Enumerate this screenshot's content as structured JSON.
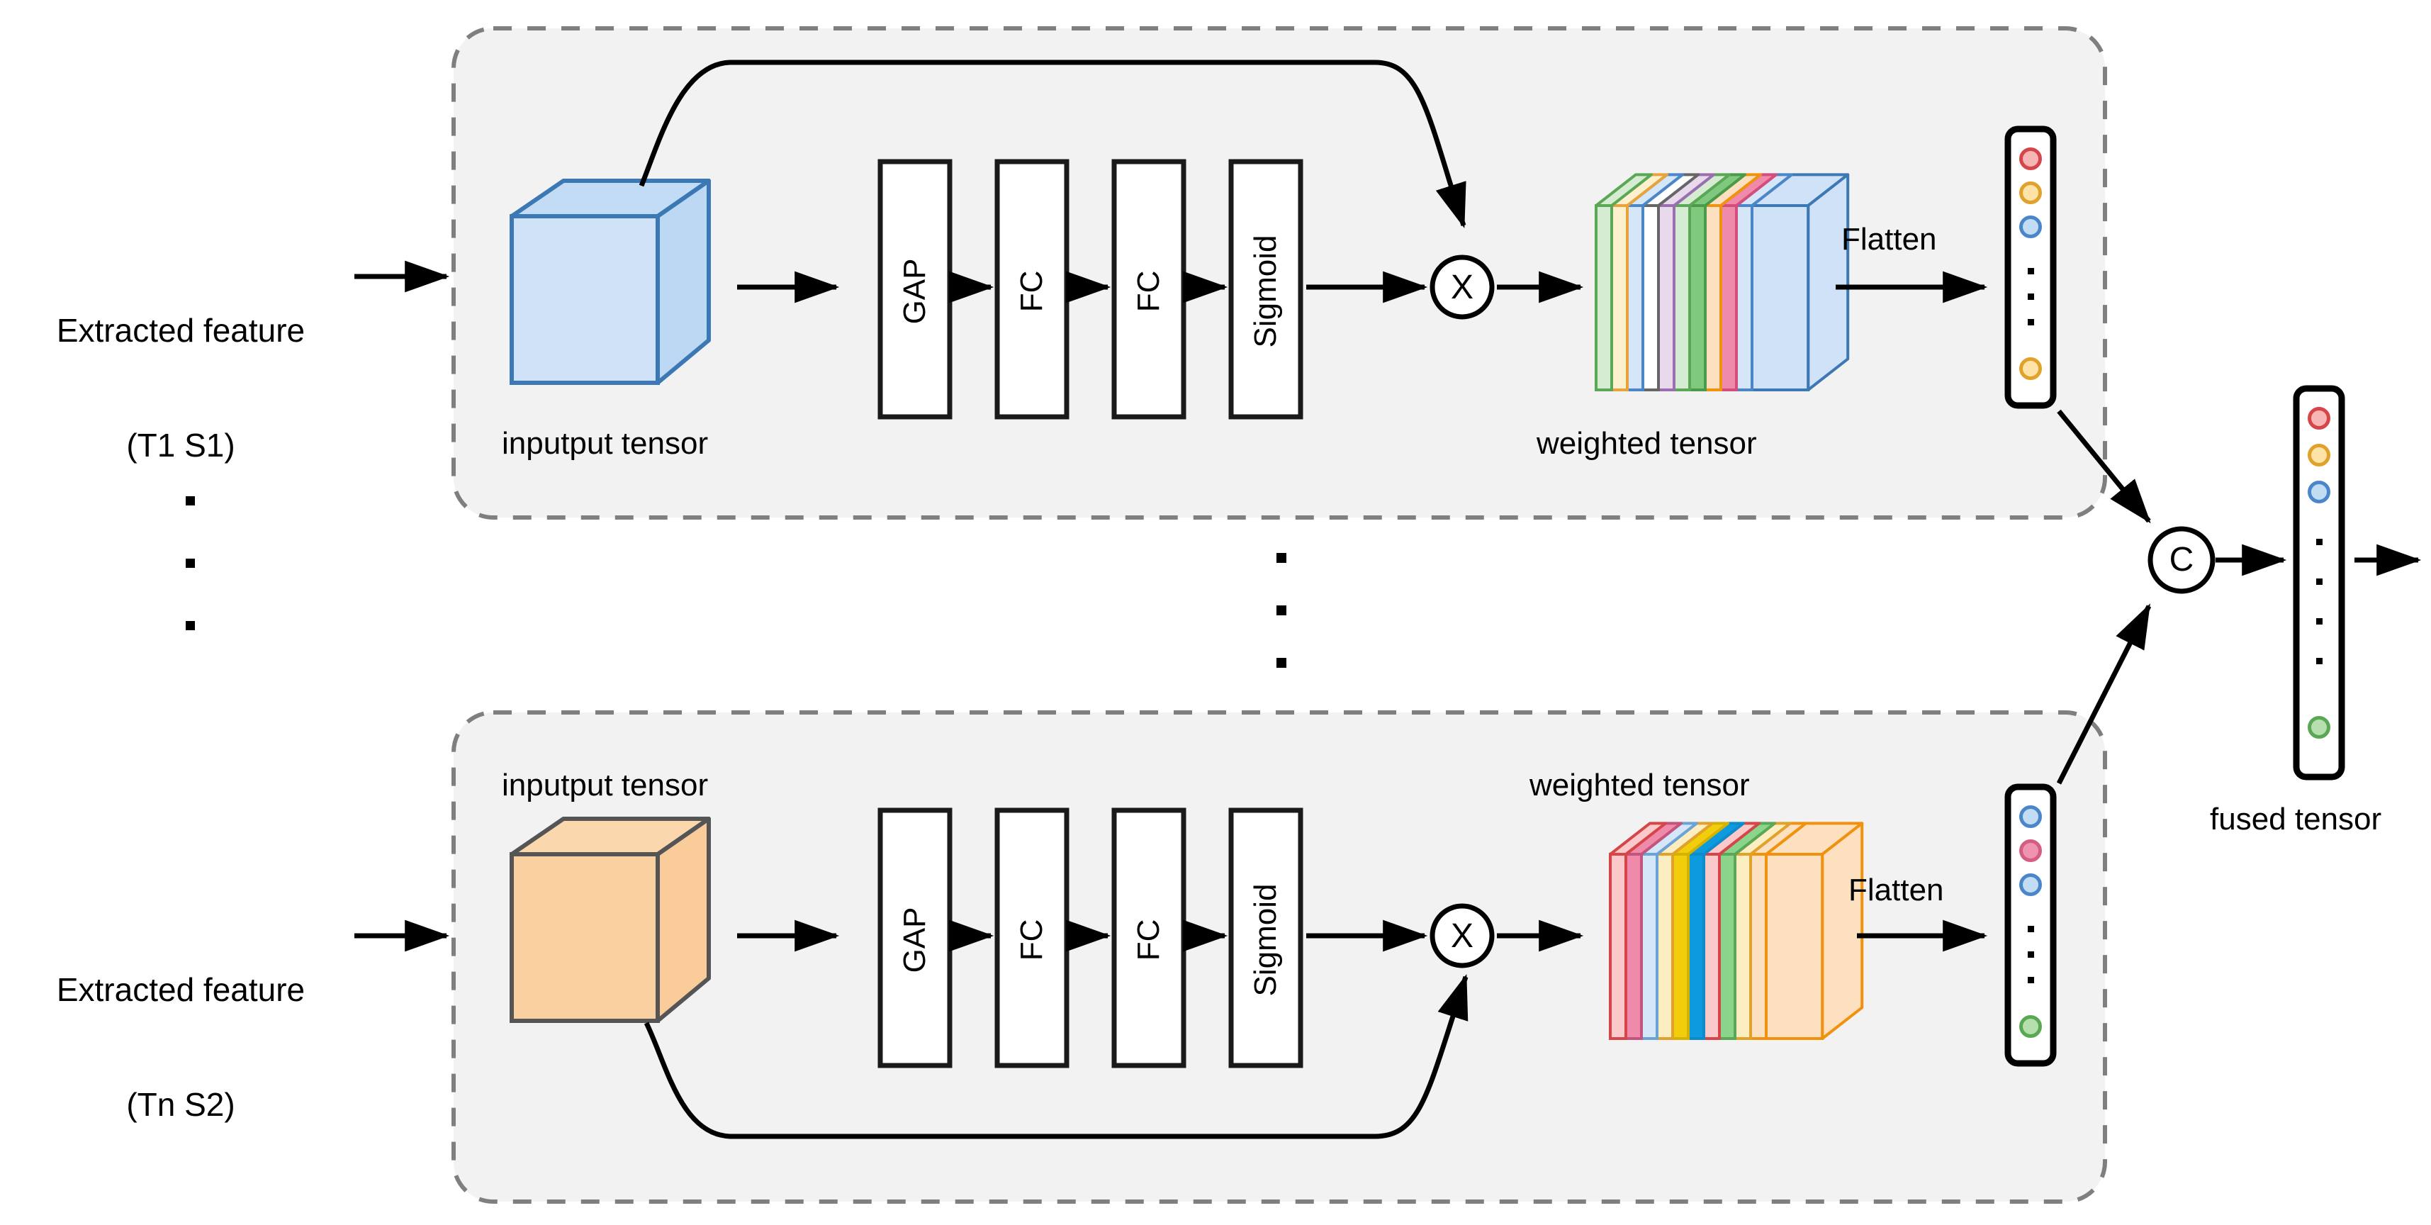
{
  "diagram": {
    "title_semantics": "Channel-attention (SE-style) dual-branch feature fusion block",
    "background_color": "#ffffff",
    "panel_fill": "#f2f2f2",
    "panel_stroke": "#7f7f7f",
    "line_color": "#000000"
  },
  "inputs": [
    {
      "line1": "Extracted feature",
      "line2": "(T1 S1)"
    },
    {
      "line1": "Extracted feature",
      "line2": "(Tn S2)"
    }
  ],
  "vertical_ellipsis_left": [
    "·",
    "·",
    "·"
  ],
  "vertical_ellipsis_center": [
    "·",
    "·",
    "·"
  ],
  "branches": [
    {
      "id": "branch-top",
      "input_tensor_label": "inputput tensor",
      "input_tensor_color": "#cfe2f7",
      "input_tensor_stroke": "#3c78b4",
      "stages": [
        {
          "label": "GAP"
        },
        {
          "label": "FC"
        },
        {
          "label": "FC"
        },
        {
          "label": "Sigmoid"
        }
      ],
      "multiply_symbol": "X",
      "weighted_tensor_label": "weighted tensor",
      "weighted_tensor_slices": [
        {
          "fill": "#d6ecd2",
          "stroke": "#5aa755"
        },
        {
          "fill": "#fcf0cd",
          "stroke": "#e8a33d"
        },
        {
          "fill": "#d4e6f7",
          "stroke": "#4a86c8"
        },
        {
          "fill": "#ffffff",
          "stroke": "#666666"
        },
        {
          "fill": "#e8d9ec",
          "stroke": "#9a6fb0"
        },
        {
          "fill": "#d6ecd2",
          "stroke": "#5aa755"
        },
        {
          "fill": "#7fc97f",
          "stroke": "#4a9a4a"
        },
        {
          "fill": "#fde0c0",
          "stroke": "#f0920e"
        },
        {
          "fill": "#f08aaa",
          "stroke": "#d44e7d"
        },
        {
          "fill": "#d4e6f7",
          "stroke": "#4a86c8"
        },
        {
          "fill": "#cfe2f7",
          "stroke": "#3c78b4"
        }
      ],
      "flatten_label": "Flatten",
      "flatten_vector_dots": [
        {
          "fill": "#f7b6b6",
          "stroke": "#d6454a"
        },
        {
          "fill": "#fde3a8",
          "stroke": "#e0a22a"
        },
        {
          "fill": "#c2ddf3",
          "stroke": "#4a86c8"
        }
      ],
      "flatten_vector_ellipsis": [
        "·",
        "·",
        "·"
      ],
      "flatten_vector_last": {
        "fill": "#fde3a8",
        "stroke": "#e0a22a"
      }
    },
    {
      "id": "branch-bottom",
      "input_tensor_label": "inputput tensor",
      "input_tensor_color": "#fad0a0",
      "input_tensor_stroke": "#555555",
      "stages": [
        {
          "label": "GAP"
        },
        {
          "label": "FC"
        },
        {
          "label": "FC"
        },
        {
          "label": "Sigmoid"
        }
      ],
      "multiply_symbol": "X",
      "weighted_tensor_label": "weighted tensor",
      "weighted_tensor_slices": [
        {
          "fill": "#fbc9c9",
          "stroke": "#d6454a"
        },
        {
          "fill": "#f08aaa",
          "stroke": "#c2547e"
        },
        {
          "fill": "#d4e6f7",
          "stroke": "#6ba3d6"
        },
        {
          "fill": "#fdeec2",
          "stroke": "#e0a22a"
        },
        {
          "fill": "#f2cd0b",
          "stroke": "#d4b200"
        },
        {
          "fill": "#0d9ade",
          "stroke": "#0d8ccb"
        },
        {
          "fill": "#fbc9c9",
          "stroke": "#d6454a"
        },
        {
          "fill": "#8bd48b",
          "stroke": "#5aa755"
        },
        {
          "fill": "#fdeec2",
          "stroke": "#e0a22a"
        },
        {
          "fill": "#fde0c0",
          "stroke": "#f0920e"
        },
        {
          "fill": "#fde0c0",
          "stroke": "#f0920e"
        }
      ],
      "flatten_label": "Flatten",
      "flatten_vector_dots": [
        {
          "fill": "#c2ddf3",
          "stroke": "#4a86c8"
        },
        {
          "fill": "#ef93ae",
          "stroke": "#d45d84"
        },
        {
          "fill": "#c2ddf3",
          "stroke": "#4a86c8"
        }
      ],
      "flatten_vector_ellipsis": [
        "·",
        "·",
        "·"
      ],
      "flatten_vector_last": {
        "fill": "#b6dfae",
        "stroke": "#5aa755"
      }
    }
  ],
  "concat": {
    "symbol": "C",
    "output_label": "fused tensor",
    "fused_dots": [
      {
        "fill": "#f7b6b6",
        "stroke": "#d6454a"
      },
      {
        "fill": "#fde3a8",
        "stroke": "#e0a22a"
      },
      {
        "fill": "#c2ddf3",
        "stroke": "#4a86c8"
      }
    ],
    "fused_ellipsis": [
      "·",
      "·",
      "·",
      "·"
    ],
    "fused_last": {
      "fill": "#b6dfae",
      "stroke": "#5aa755"
    }
  }
}
